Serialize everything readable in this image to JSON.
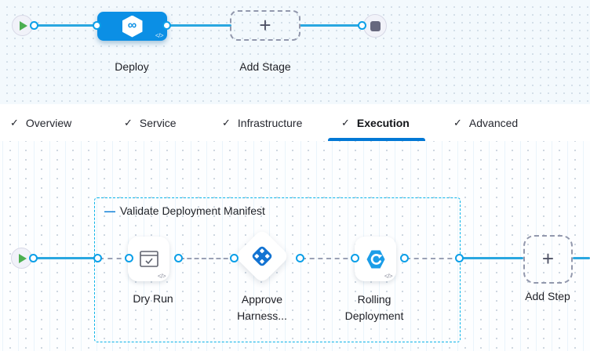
{
  "glyphs": {
    "check": "✓",
    "plus": "+",
    "code": "</>",
    "infinity": "∞",
    "collapse_minus": "—"
  },
  "stage_canvas": {
    "stage_label": "Deploy",
    "add_stage_label": "Add Stage"
  },
  "tab_bar": {
    "tabs": [
      {
        "label": "Overview",
        "active": false
      },
      {
        "label": "Service",
        "active": false
      },
      {
        "label": "Infrastructure",
        "active": false
      },
      {
        "label": "Execution",
        "active": true
      },
      {
        "label": "Advanced",
        "active": false
      }
    ]
  },
  "execution_canvas": {
    "step_group_label": "Validate Deployment Manifest",
    "dry_run_label": "Dry Run",
    "approve_label_line1": "Approve",
    "approve_label_line2": "Harness...",
    "rolling_label_line1": "Rolling",
    "rolling_label_line2": "Deployment",
    "add_step_label": "Add Step"
  },
  "colors": {
    "stage_blue": "#0b8fe5",
    "connector_blue": "#2aa7e0",
    "active_tab_underline": "#0278d5",
    "step_group_border": "#0ab3e8",
    "approval_icon_blue": "#1273d2",
    "rolling_icon_blue": "#1b9de8",
    "play_green": "#4caf50"
  }
}
